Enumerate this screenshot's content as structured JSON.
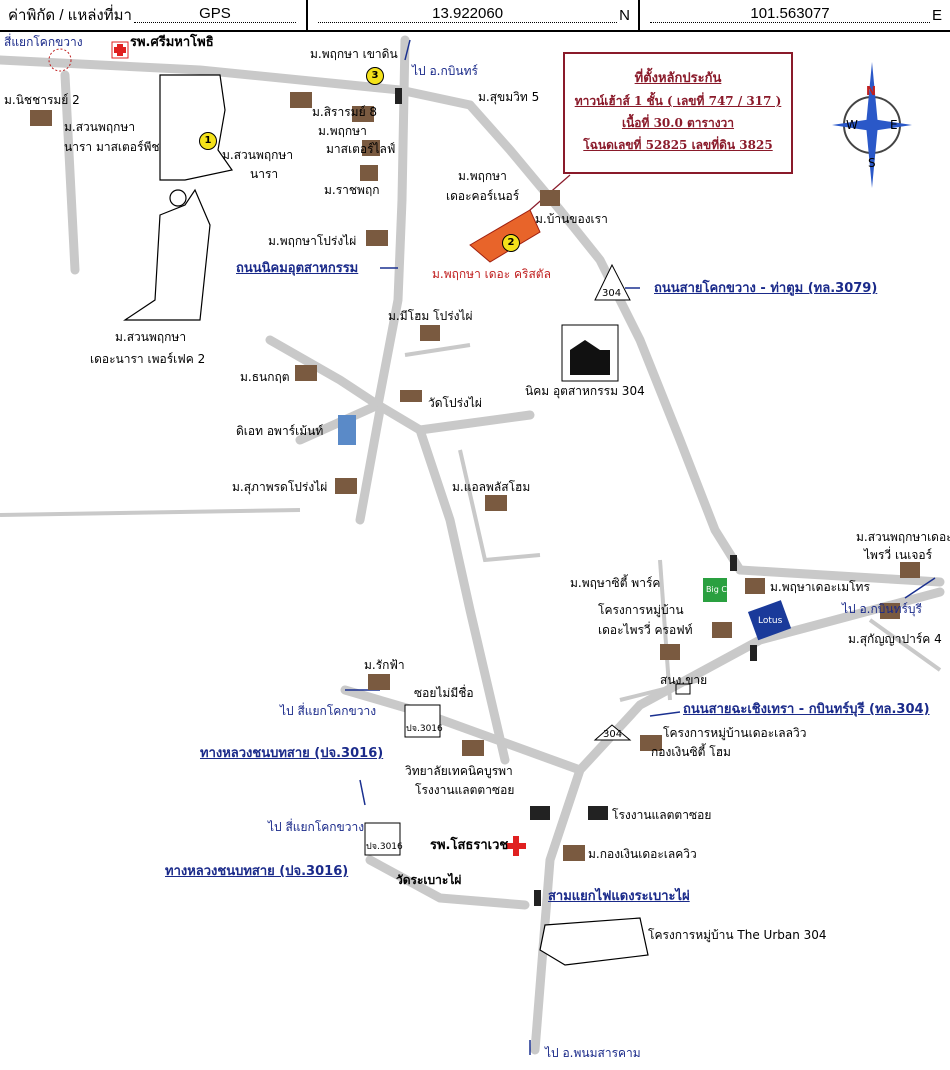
{
  "header": {
    "coord_label": "ค่าพิกัด / แหล่งที่มา",
    "source": "GPS",
    "lat": "13.922060",
    "lat_suffix": "N",
    "lon": "101.563077",
    "lon_suffix": "E"
  },
  "info_box": [
    "ที่ตั้งหลักประกัน",
    "ทาวน์เฮ้าส์ 1 ชั้น ( เลขที่ 747 / 317 )",
    "เนื้อที่ 30.0 ตารางวา",
    "โฉนดเลขที่ 52825 เลขที่ดิน 3825"
  ],
  "compass": {
    "n": "N",
    "s": "S",
    "e": "E",
    "w": "W"
  },
  "markers": {
    "m1": "1",
    "m2": "2",
    "m3": "3"
  },
  "roads": {
    "r1": "ถนนนิคมอุตสาหกรรม",
    "r2": "ถนนสายโคกขวาง - ท่าตูม (ทล.3079)",
    "r3": "ถนนสายฉะเชิงเทรา - กบินทร์บุรี (ทล.304)",
    "r4": "ทางหลวงชนบทสาย (ปจ.3016)",
    "r5": "ทางหลวงชนบทสาย (ปจ.3016)",
    "r6": "สามแยกไฟแดงระเบาะไผ่"
  },
  "shields": {
    "s1": "304",
    "s2": "304",
    "p1": "ปจ.3016",
    "p2": "ปจ.3016"
  },
  "directions": {
    "d1": "สี่แยกโคกขวาง",
    "d2": "ไป อ.กบินทร์",
    "d3": "ไป อ.กบินทร์บุรี",
    "d4": "ไป สี่แยกโคกขวาง",
    "d5": "ไป สี่แยกโคกขวาง",
    "d6": "ไป อ.พนมสารคาม",
    "d7": "ซอยไม่มีชื่อ"
  },
  "places": {
    "p1": "รพ.ศรีมหาโพธิ",
    "p2": "ม.นิชชารมย์ 2",
    "p3": "ม.สวนพฤกษา",
    "p4": "นารา มาสเตอร์พีช",
    "p5": "ม.สวนพฤกษา",
    "p6": "นารา",
    "p7": "ม.สวนพฤกษา",
    "p8": "เดอะนารา เพอร์เฟค 2",
    "p9": "ม.พฤกษา เขาดิน",
    "p10": "ม.สิรารมย์ 8",
    "p11": "ม.พฤกษา",
    "p12": "มาสเตอร์ไลฟ์",
    "p13": "ม.ราชพฤก",
    "p14": "ม.พฤกษาโปร่งไผ่",
    "p15": "ม.สุขมวิท 5",
    "p16": "ม.พฤกษา",
    "p17": "เดอะคอร์เนอร์",
    "p18": "ม.บ้านของเรา",
    "p19": "ม.พฤกษา เดอะ คริสตัล",
    "p20": "ม.มีโฮม โปร่งไผ่",
    "p21": "ม.ธนกฤต",
    "p22": "วัดโปร่งไผ่",
    "p23": "นิคม อุตสาหกรรม 304",
    "p24": "ดิเอท อพาร์เม้นท์",
    "p25": "ม.สุภาพรดโปร่งไผ่",
    "p26": "ม.แอลพลัสโฮม",
    "p27": "ม.สวนพฤกษาเดอะ",
    "p28": "ไพรวี่ เนเจอร์",
    "p29": "ม.พฤษาซิตี้ พาร์ค",
    "p30": "ม.พฤษาเดอะเมโทร",
    "p31": "โครงการหมู่บ้าน",
    "p32": "เดอะไพรวี่ ครอฟท์",
    "p33": "ม.สุกัญญาปาร์ค 4",
    "p34": "สนง.ขาย",
    "p35": "ม.รักฟ้า",
    "p36": "โครงการหมู่บ้านเดอะเลลวิว",
    "p37": "กองเงินซิตี้ โฮม",
    "p38": "วิทยาลัยเทคนิคบูรพา",
    "p39": "โรงงานแลตตาซอย",
    "p40": "โรงงานแลตตาซอย",
    "p41": "รพ.โสธราเวช",
    "p42": "ม.กองเงินเดอะเลควิว",
    "p43": "วัดระเบาะไผ่",
    "p44": "โครงการหมู่บ้าน The Urban 304",
    "big_c": "Big C",
    "lotus": "Lotus"
  }
}
